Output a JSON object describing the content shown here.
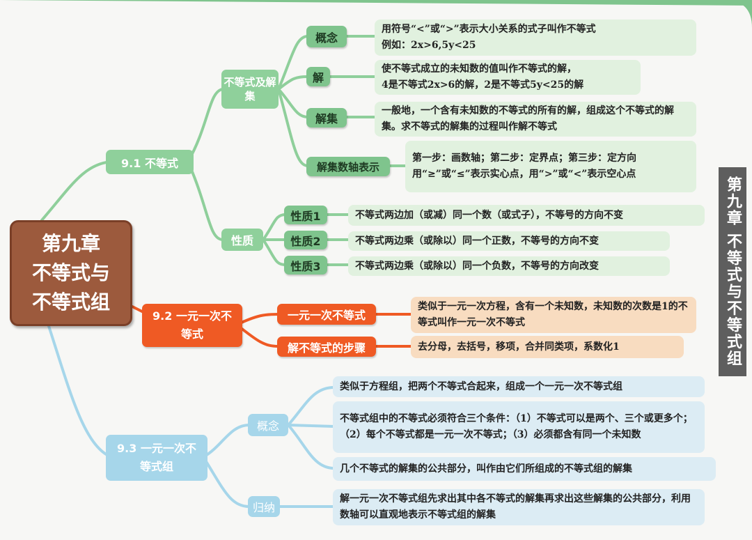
{
  "colors": {
    "green": "#7fc48d",
    "orange": "#ef5a24",
    "blue": "#a6d6ea",
    "brown": "#9c5a3d"
  },
  "main": {
    "line1": "第九章",
    "line2": "不等式与",
    "line3": "不等式组"
  },
  "side_label": "第九章 不等式与不等式组",
  "s91": {
    "title": "9.1 不等式",
    "sub1": {
      "title": "不等式及解集",
      "items": [
        {
          "label": "概念",
          "text": "用符号“<”或“>”表示大小关系的式子叫作不等式\n例如：2x>6,5y<25"
        },
        {
          "label": "解",
          "text": "使不等式成立的未知数的值叫作不等式的解，\n4是不等式2x>6的解，2是不等式5y<25的解"
        },
        {
          "label": "解集",
          "text": "一般地，一个含有未知数的不等式的所有的解，组成这个不等式的解集。求不等式的解集的过程叫作解不等式"
        },
        {
          "label": "解集数轴表示",
          "text": "第一步：画数轴；第二步：定界点；第三步：定方向用“≥”或“≤”表示实心点，用“>”或“<”表示空心点"
        }
      ]
    },
    "sub2": {
      "title": "性质",
      "items": [
        {
          "label": "性质1",
          "text": "不等式两边加（或减）同一个数（或式子），不等号的方向不变"
        },
        {
          "label": "性质2",
          "text": "不等式两边乘（或除以）同一个正数，不等号的方向不变"
        },
        {
          "label": "性质3",
          "text": "不等式两边乘（或除以）同一个负数，不等号的方向改变"
        }
      ]
    }
  },
  "s92": {
    "title": "9.2 一元一次不等式",
    "items": [
      {
        "label": "一元一次不等式",
        "text": "类似于一元一次方程，含有一个未知数，未知数的次数是1的不等式叫作一元一次不等式"
      },
      {
        "label": "解不等式的步骤",
        "text": "去分母，去括号，移项，合并同类项，系数化1"
      }
    ]
  },
  "s93": {
    "title": "9.3 一元一次不等式组",
    "concept": {
      "label": "概念",
      "texts": [
        "类似于方程组，把两个不等式合起来，组成一个一元一次不等式组",
        "不等式组中的不等式必须符合三个条件：（1）不等式可以是两个、三个或更多个；（2）每个不等式都是一元一次不等式；（3）必须都含有同一个未知数",
        "几个不等式的解集的公共部分，叫作由它们所组成的不等式组的解集"
      ]
    },
    "summary": {
      "label": "归纳",
      "text": "解一元一次不等式组先求出其中各不等式的解集再求出这些解集的公共部分，利用数轴可以直观地表示不等式组的解集"
    }
  }
}
